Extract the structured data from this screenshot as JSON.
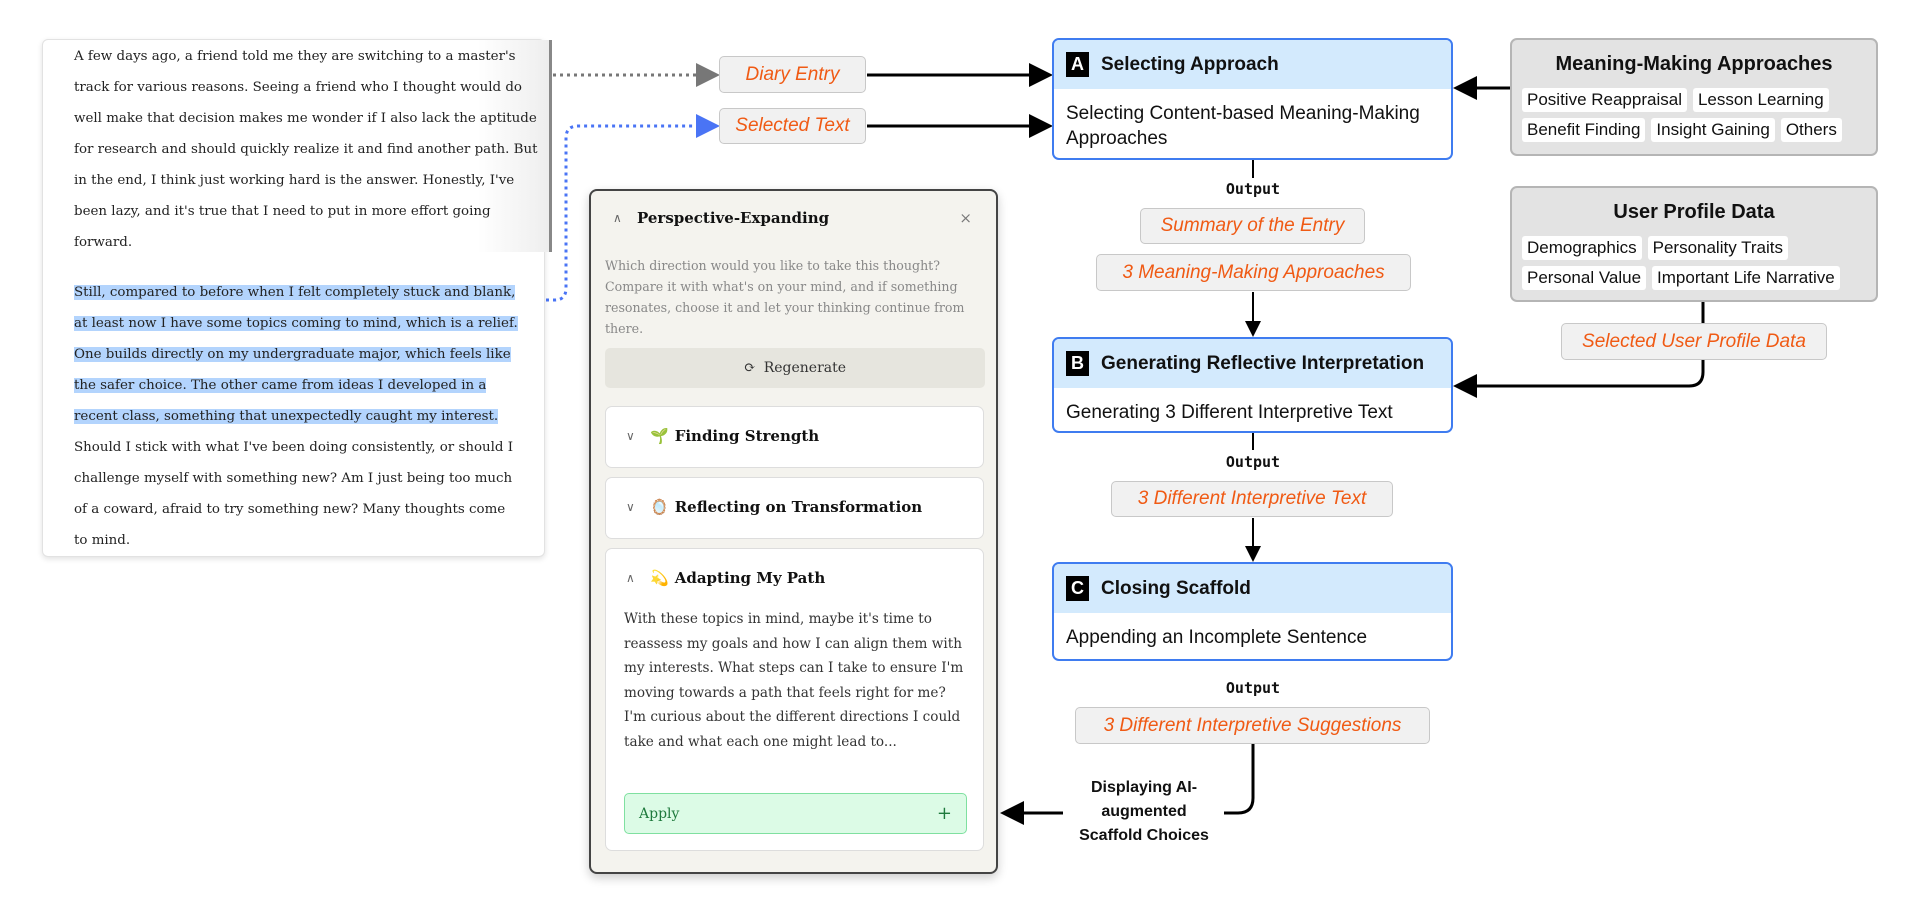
{
  "diary": {
    "paragraph1": "A few days ago, a friend told me they are switching to a master's track for various reasons. Seeing a friend who I thought would do well make that decision makes me wonder if I also lack the aptitude for research and should quickly realize it and find another path. But in the end, I think just working hard is the answer. Honestly, I've been lazy, and it's true that I need to put in more effort going forward.",
    "selected": "Still, compared to before when I felt completely stuck and blank, at least now I have some topics coming to mind, which is a relief. One builds directly on my undergraduate major, which feels like the safer choice. The other came from ideas I developed in a recent class, something that unexpectedly caught my interest.",
    "rest": "Should I stick with what I've been doing consistently, or should I challenge myself with something new? Am I just being too much of a coward, afraid to try something new? Many thoughts come to mind."
  },
  "inputs": {
    "diary_entry": "Diary Entry",
    "selected_text": "Selected Text"
  },
  "panel": {
    "title": "Perspective-Expanding",
    "close": "×",
    "description": "Which direction would you like to take this thought? Compare it with what's on your mind, and if something resonates, choose it and let your thinking continue from there.",
    "regenerate": "Regenerate",
    "cards": [
      {
        "emoji": "🌱",
        "title": "Finding Strength"
      },
      {
        "emoji": "🪞",
        "title": "Reflecting on Transformation"
      },
      {
        "emoji": "💫",
        "title": "Adapting My Path",
        "body": "With these topics in mind, maybe it's time to reassess my goals and how I can align them with my interests. What steps can I take to ensure I'm moving towards a path that feels right for me? I'm curious about the different directions I could take and what each one might lead to..."
      }
    ],
    "apply": "Apply",
    "apply_icon": "+"
  },
  "steps": [
    {
      "letter": "A",
      "title": "Selecting Approach",
      "body": "Selecting Content-based Meaning-Making Approaches"
    },
    {
      "letter": "B",
      "title": "Generating Reflective Interpretation",
      "body": "Generating 3 Different Interpretive Text"
    },
    {
      "letter": "C",
      "title": "Closing Scaffold",
      "body": "Appending an Incomplete Sentence"
    }
  ],
  "output_label": "Output",
  "outputs": {
    "a1": "Summary of the Entry",
    "a2": "3 Meaning-Making Approaches",
    "b": "3 Different Interpretive Text",
    "c": "3 Different Interpretive Suggestions"
  },
  "meaning_making": {
    "title": "Meaning-Making Approaches",
    "tags": [
      "Positive Reappraisal",
      "Lesson Learning",
      "Benefit Finding",
      "Insight Gaining",
      "Others"
    ]
  },
  "user_profile": {
    "title": "User Profile Data",
    "tags": [
      "Demographics",
      "Personality Traits",
      "Personal Value",
      "Important Life Narrative"
    ],
    "selected": "Selected User Profile Data"
  },
  "display_label": "Displaying AI-augmented Scaffold Choices",
  "colors": {
    "accent_orange": "#f05a14",
    "box_border": "#3f7cf0",
    "box_header": "#d3eafd",
    "highlight": "#b3d4fd"
  }
}
